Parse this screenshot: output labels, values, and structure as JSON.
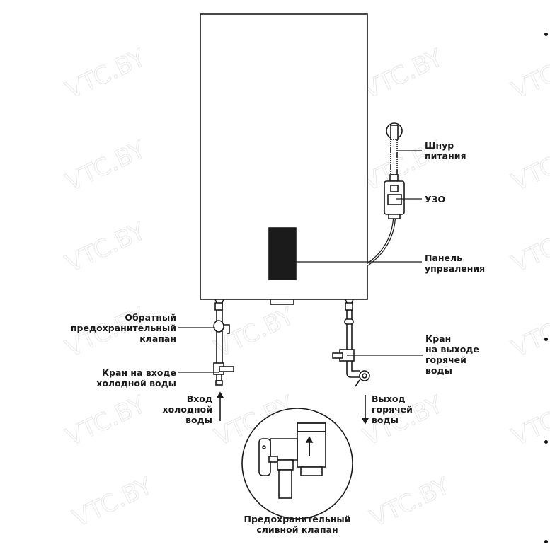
{
  "watermark": "VTC.BY",
  "labels": {
    "power_cord": "Шнур\nпитания",
    "rcd": "УЗО",
    "control_panel": "Панель\nупрваления",
    "check_valve": "Обратный\nпредохранительный\nклапан",
    "cold_inlet_tap": "Кран на входе\nхолодной воды",
    "cold_inlet": "Вход\nхолодной\nводы",
    "hot_outlet_tap": "Кран\nна выходе\nгорячей\nводы",
    "hot_outlet": "Выход\nгорячей\nводы",
    "drain_valve": "Предохранительный\nсливной клапан"
  },
  "colors": {
    "line": "#1a1a1a",
    "panel": "#1b1b1b",
    "watermark": "#e6e6e6"
  }
}
